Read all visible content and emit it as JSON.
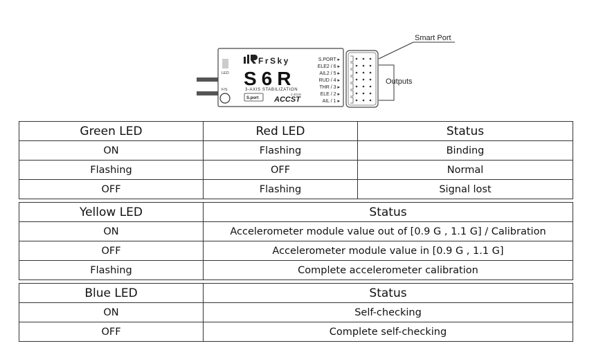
{
  "diagram": {
    "brand": "FrSky",
    "model": "S6R",
    "subtitle": "3-AXIS STABILIZATION",
    "freq": "2.4GHz",
    "protocol": "ACCST",
    "badge": "S.port",
    "led_label": "LED",
    "fs_label": "F/S",
    "smart_port_label": "Smart Port",
    "outputs_label": "Outputs",
    "ports": [
      "S.PORT ▸",
      "ELE2 / 6 ▸",
      "AIL2 / 5 ▸",
      "RUD / 4 ▸",
      "THR / 3 ▸",
      "ELE / 2 ▸",
      "AIL / 1 ▸"
    ]
  },
  "tables": [
    {
      "headers": [
        "Green LED",
        "Red LED",
        "Status"
      ],
      "rows": [
        [
          "ON",
          "Flashing",
          "Binding"
        ],
        [
          "Flashing",
          "OFF",
          "Normal"
        ],
        [
          "OFF",
          "Flashing",
          "Signal lost"
        ]
      ]
    },
    {
      "headers": [
        "Yellow LED",
        "Status"
      ],
      "rows": [
        [
          "ON",
          "Accelerometer module value out of [0.9 G , 1.1 G] / Calibration"
        ],
        [
          "OFF",
          "Accelerometer module value in [0.9 G , 1.1 G]"
        ],
        [
          "Flashing",
          "Complete accelerometer calibration"
        ]
      ]
    },
    {
      "headers": [
        "Blue LED",
        "Status"
      ],
      "rows": [
        [
          "ON",
          "Self-checking"
        ],
        [
          "OFF",
          "Complete self-checking"
        ]
      ]
    }
  ]
}
